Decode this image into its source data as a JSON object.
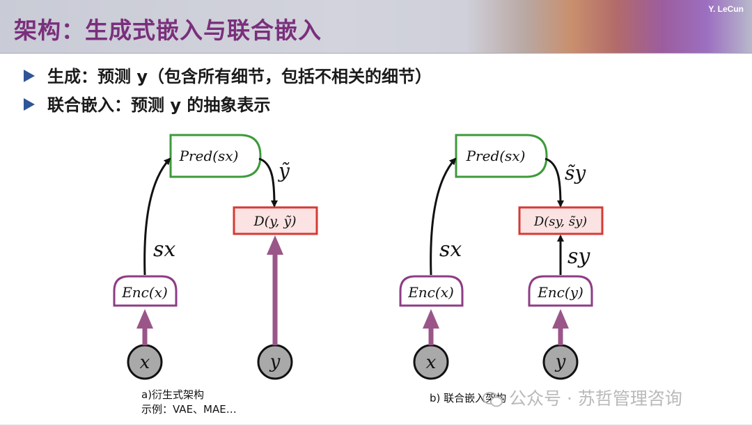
{
  "header": {
    "title": "架构：生成式嵌入与联合嵌入",
    "author": "Y. LeCun"
  },
  "bullets": [
    "生成：预测 y（包含所有细节，包括不相关的细节）",
    "联合嵌入：预测 y 的抽象表示"
  ],
  "diagram_a": {
    "pred_label": "Pred(sx)",
    "dist_label": "D(y, ỹ)",
    "enc_label": "Enc(x)",
    "x_node": "x",
    "y_node": "y",
    "sx_label": "sx",
    "ytilde_label": "ỹ",
    "caption_line1": "a)衍生式架构",
    "caption_line2": "示例：VAE、MAE…"
  },
  "diagram_b": {
    "pred_label": "Pred(sx)",
    "dist_label": "D(sy, s̃y)",
    "enc_x_label": "Enc(x)",
    "enc_y_label": "Enc(y)",
    "x_node": "x",
    "y_node": "y",
    "sx_label": "sx",
    "sy_label": "sy",
    "sytilde_label": "s̃y",
    "caption": "b)  联合嵌入架构"
  },
  "watermark": {
    "text": "公众号 · 苏哲管理咨询"
  },
  "colors": {
    "title": "#7a2f7c",
    "bullet_marker": "#2f5597",
    "pred_border": "#3d9a3a",
    "dist_border": "#d63a34",
    "dist_fill": "#fbe3e3",
    "enc_border": "#8e3c86",
    "purple_arrow": "#9a5688",
    "node_fill": "#a9a9a9"
  }
}
